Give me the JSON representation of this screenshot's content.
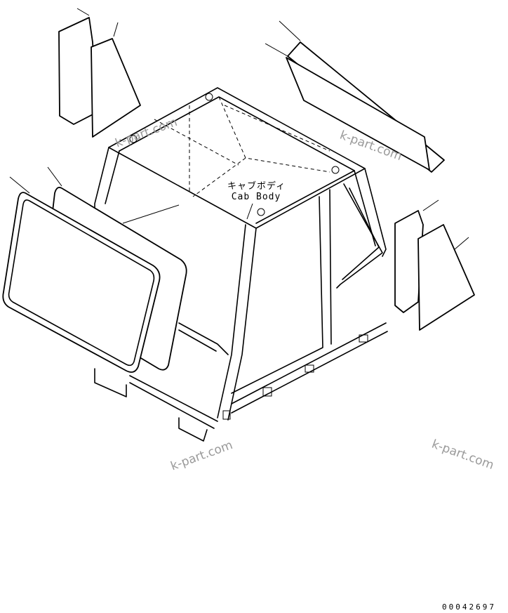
{
  "labels": {
    "cab_body_jp": "キャブボディ",
    "cab_body_en": "Cab Body"
  },
  "watermarks": [
    "k-part.com",
    "k-part.com",
    "k-part.com",
    "k-part.com"
  ],
  "drawing_number": "00042697",
  "colors": {
    "line": "#000000",
    "watermark": "#9a9a9a",
    "background": "#ffffff"
  }
}
